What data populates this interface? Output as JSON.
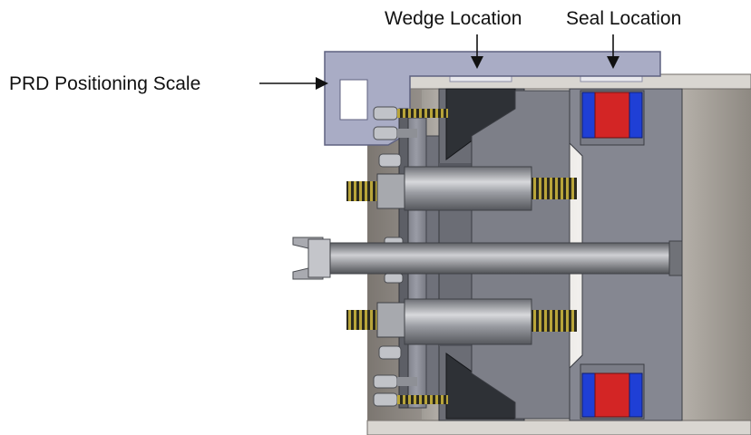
{
  "labels": {
    "wedge_location": "Wedge Location",
    "seal_location": "Seal Location",
    "prd_positioning_scale": "PRD Positioning Scale"
  },
  "colors": {
    "scale_plate": "#a9acc5",
    "scale_outline": "#5f6280",
    "housing": "#b7b3ad",
    "plate": "#8b8d96",
    "wedge": "#2e3136",
    "seal_red": "#d32525",
    "seal_blue": "#1f3fd6",
    "bolt_thread": "#9c8a2e",
    "arrow": "#111111"
  }
}
